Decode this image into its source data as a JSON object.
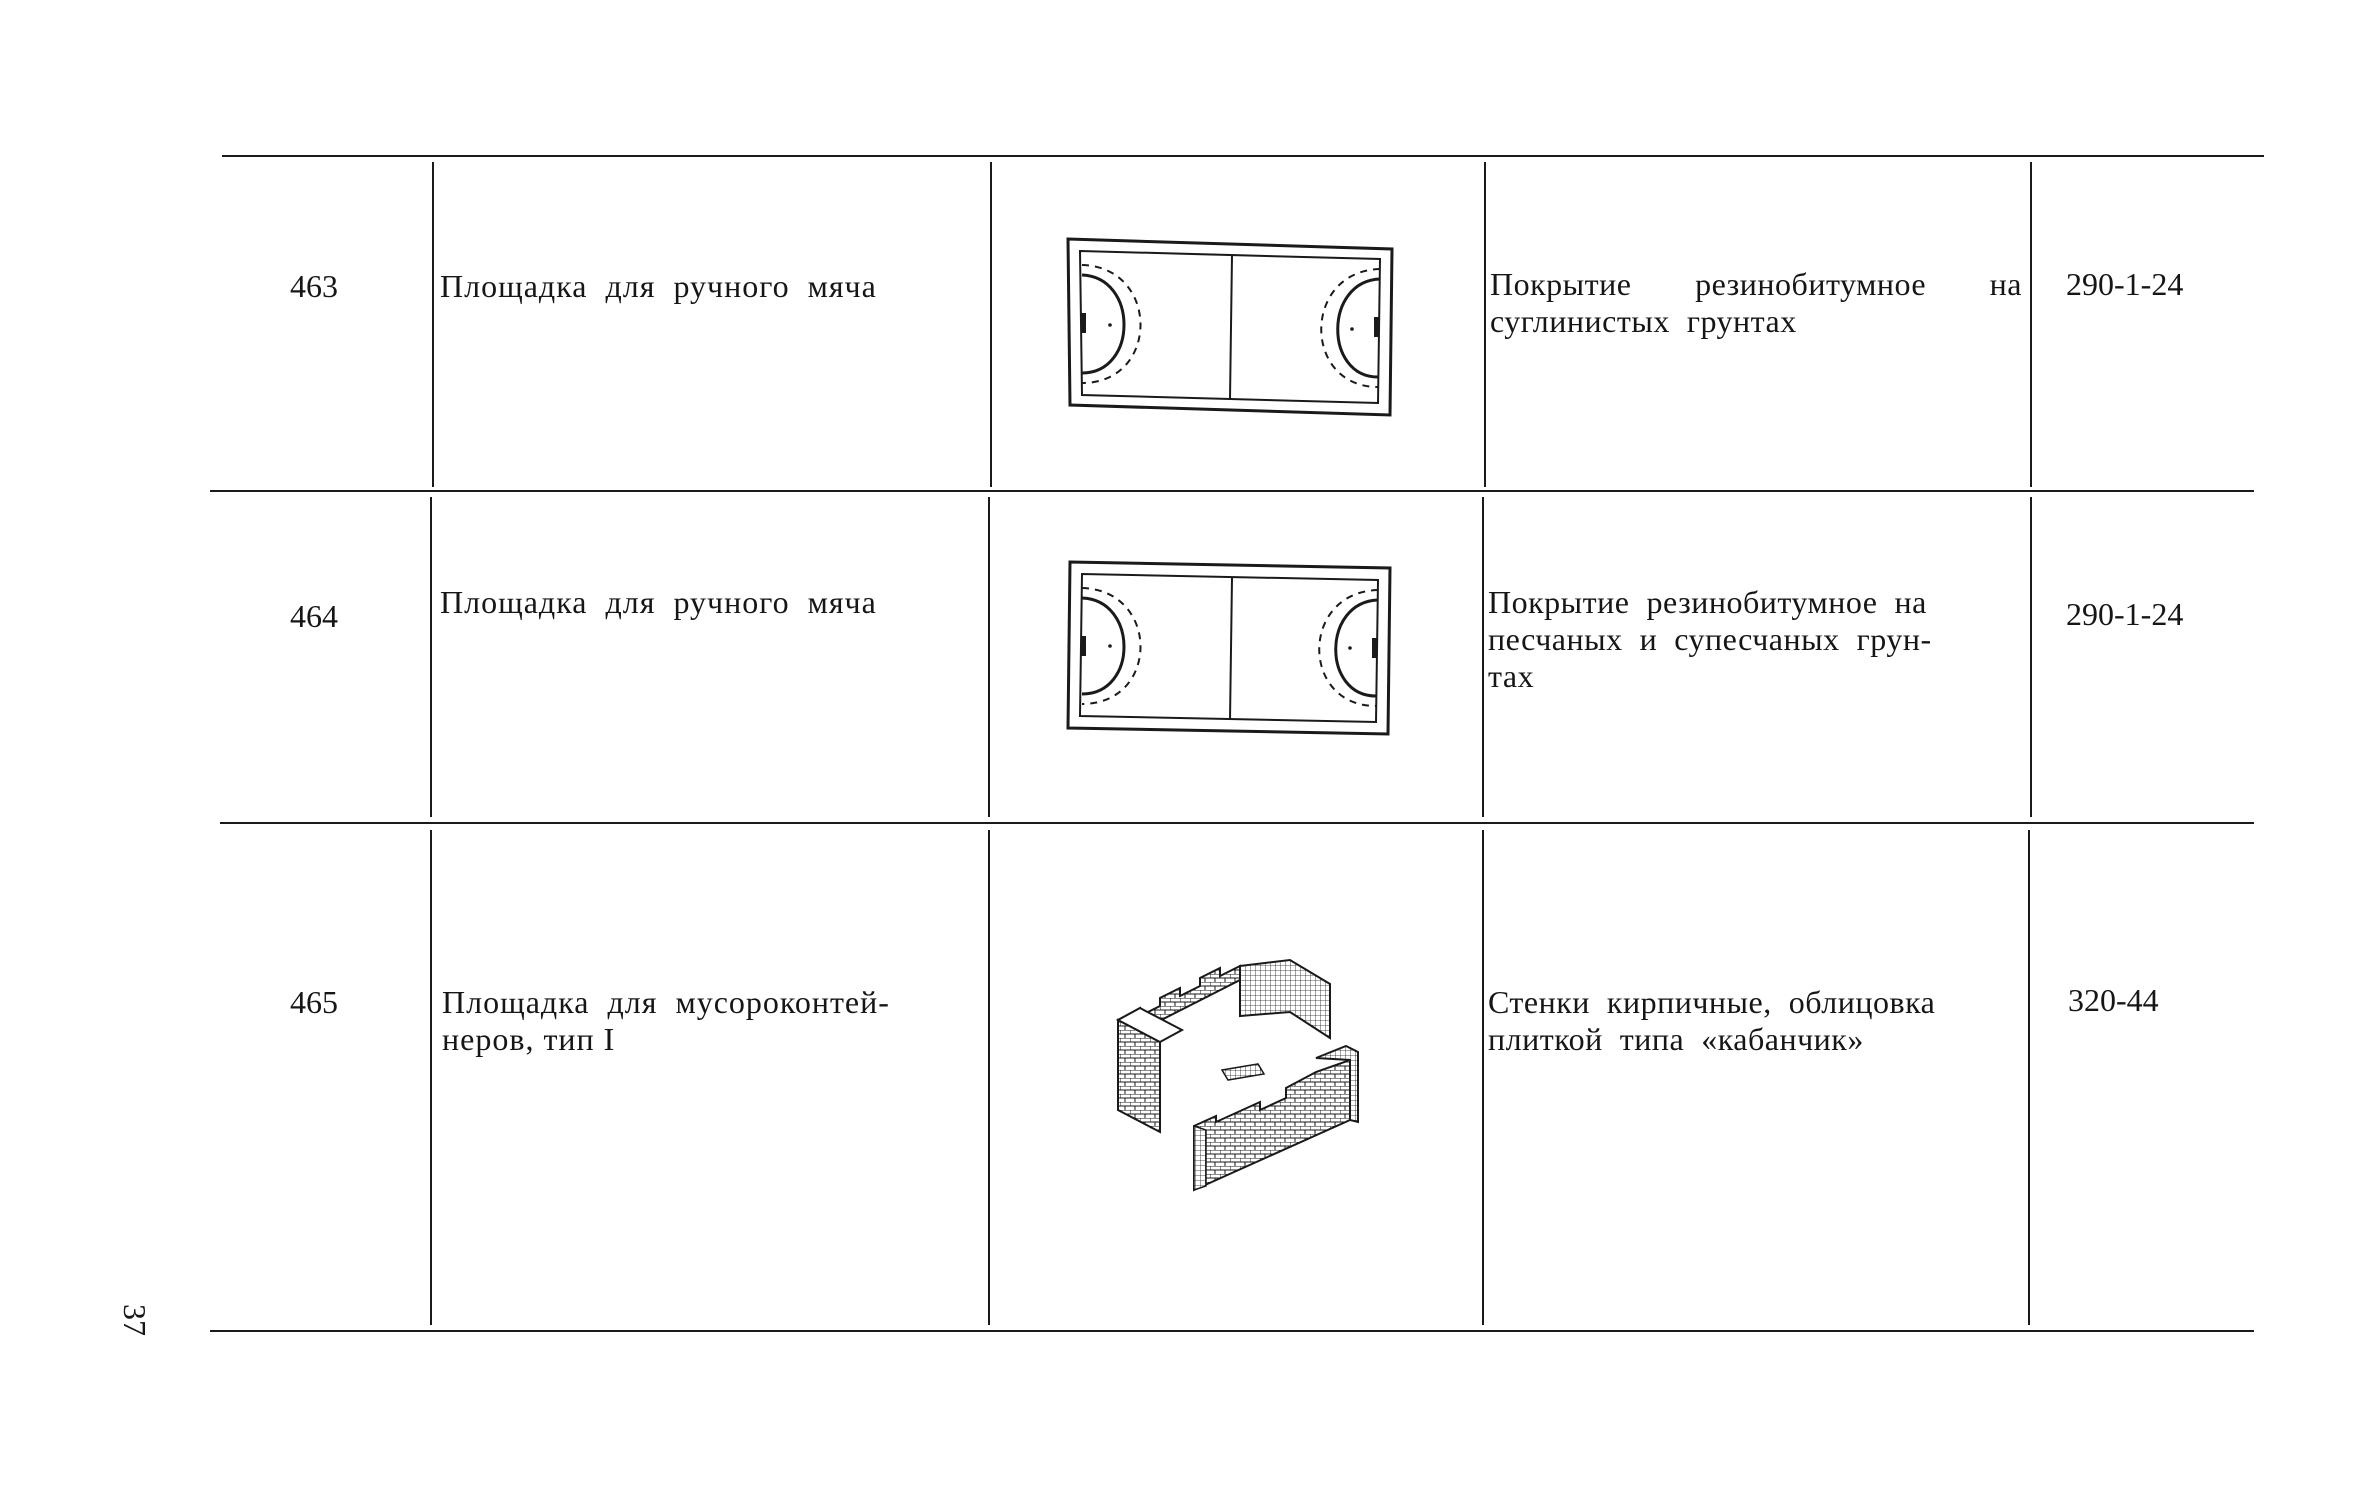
{
  "page_number": "37",
  "rows": [
    {
      "number": "463",
      "name_lines": [
        "Площадка  для  ручного  мяча"
      ],
      "description_lines": [
        "Покрытие  резинобитумное  на",
        "суглинистых  грунтах"
      ],
      "code": "290-1-24",
      "image": "handball-court-icon"
    },
    {
      "number": "464",
      "name_lines": [
        "Площадка  для  ручного  мяча"
      ],
      "description_lines": [
        "Покрытие  резинобитумное  на",
        "песчаных  и  супесчаных  грун-",
        "тах"
      ],
      "code": "290-1-24",
      "image": "handball-court-icon"
    },
    {
      "number": "465",
      "name_lines": [
        "Площадка  для  мусороконтей-",
        "неров, тип I"
      ],
      "description_lines": [
        "Стенки  кирпичные,  облицовка",
        "плиткой  типа  «кабанчик»"
      ],
      "code": "320-44",
      "image": "brick-enclosure-icon"
    }
  ]
}
